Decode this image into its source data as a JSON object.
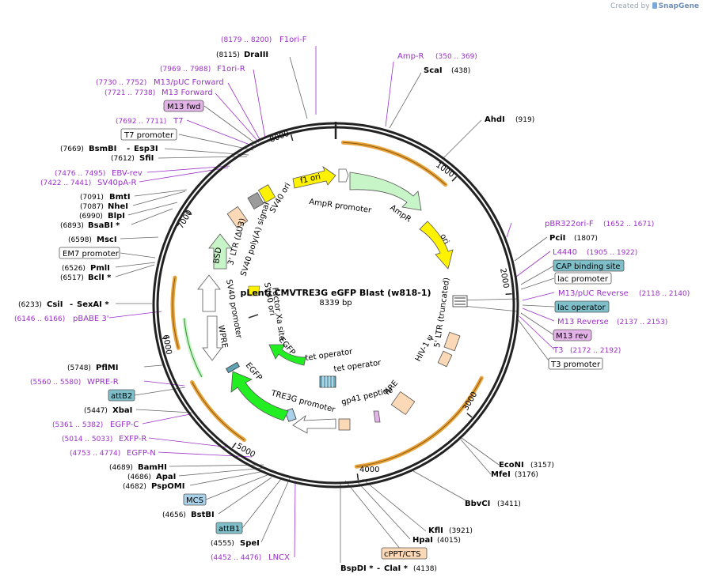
{
  "app": {
    "credit_prefix": "Created by",
    "credit_brand": "SnapGene"
  },
  "plasmid": {
    "name": "pLenti CMVTRE3G eGFP Blast (w818-1)",
    "size_label": "8339 bp",
    "length": 8339
  },
  "ticks": [
    "1000",
    "2000",
    "3000",
    "4000",
    "5000",
    "6000",
    "7000",
    "8000"
  ],
  "colors": {
    "primer": "#9b30c8",
    "orange": "#e8a33a",
    "yellow": "#fff200",
    "green_light": "#c8f5c8",
    "green_bright": "#22ee22",
    "peach": "#fcd9b6",
    "teal": "#7fbfca",
    "pink": "#e3b3e8",
    "gray": "#9b9b9b"
  },
  "outer_features": [
    {
      "name": "F1ori-F",
      "pos": "(8179 .. 8200)"
    },
    {
      "name": "Amp-R",
      "pos": "(350 .. 369)"
    },
    {
      "name": "F1ori-R",
      "pos": "(7969 .. 7988)"
    },
    {
      "name": "M13/pUC Forward",
      "pos": "(7730 .. 7752)"
    },
    {
      "name": "M13 Forward",
      "pos": "(7721 .. 7738)"
    },
    {
      "name": "M13 fwd",
      "pos": ""
    },
    {
      "name": "T7",
      "pos": "(7692 .. 7711)"
    },
    {
      "name": "T7 promoter",
      "pos": ""
    },
    {
      "name": "EBV-rev",
      "pos": "(7476 .. 7495)"
    },
    {
      "name": "SV40pA-R",
      "pos": "(7422 .. 7441)"
    },
    {
      "name": "EM7 promoter",
      "pos": ""
    },
    {
      "name": "pBABE 3'",
      "pos": "(6146 .. 6166)"
    },
    {
      "name": "WPRE-R",
      "pos": "(5560 .. 5580)"
    },
    {
      "name": "attB2",
      "pos": ""
    },
    {
      "name": "EGFP-C",
      "pos": "(5361 .. 5382)"
    },
    {
      "name": "EXFP-R",
      "pos": "(5014 .. 5033)"
    },
    {
      "name": "EGFP-N",
      "pos": "(4753 .. 4774)"
    },
    {
      "name": "MCS",
      "pos": ""
    },
    {
      "name": "attB1",
      "pos": ""
    },
    {
      "name": "LNCX",
      "pos": "(4452 .. 4476)"
    },
    {
      "name": "cPPT/CTS",
      "pos": ""
    },
    {
      "name": "pBR322ori-F",
      "pos": "(1652 .. 1671)"
    },
    {
      "name": "L4440",
      "pos": "(1905 .. 1922)"
    },
    {
      "name": "CAP binding site",
      "pos": ""
    },
    {
      "name": "lac promoter",
      "pos": ""
    },
    {
      "name": "M13/pUC Reverse",
      "pos": "(2118 .. 2140)"
    },
    {
      "name": "lac operator",
      "pos": ""
    },
    {
      "name": "M13 Reverse",
      "pos": "(2137 .. 2153)"
    },
    {
      "name": "M13 rev",
      "pos": ""
    },
    {
      "name": "T3",
      "pos": "(2172 .. 2192)"
    },
    {
      "name": "T3 promoter",
      "pos": ""
    }
  ],
  "sites": [
    {
      "name": "DraIII",
      "pos": "(8115)"
    },
    {
      "name": "ScaI",
      "pos": "(438)"
    },
    {
      "name": "AhdI",
      "pos": "(919)"
    },
    {
      "name": "BsmBI",
      "pos": "(7669)",
      "extra": "Esp3I"
    },
    {
      "name": "SfiI",
      "pos": "(7612)"
    },
    {
      "name": "BmtI",
      "pos": "(7091)"
    },
    {
      "name": "NheI",
      "pos": "(7087)"
    },
    {
      "name": "BlpI",
      "pos": "(6990)"
    },
    {
      "name": "BsaBI *",
      "pos": "(6893)"
    },
    {
      "name": "MscI",
      "pos": "(6598)"
    },
    {
      "name": "PmlI",
      "pos": "(6526)"
    },
    {
      "name": "BclI *",
      "pos": "(6517)"
    },
    {
      "name": "CsiI",
      "pos": "(6233)",
      "extra": "SexAI *"
    },
    {
      "name": "PflMI",
      "pos": "(5748)"
    },
    {
      "name": "XbaI",
      "pos": "(5447)"
    },
    {
      "name": "BamHI",
      "pos": "(4689)"
    },
    {
      "name": "ApaI",
      "pos": "(4686)"
    },
    {
      "name": "PspOMI",
      "pos": "(4682)"
    },
    {
      "name": "BstBI",
      "pos": "(4656)"
    },
    {
      "name": "SpeI",
      "pos": "(4555)"
    },
    {
      "name": "BspDI *",
      "pos": "(4138)",
      "extra": "ClaI *"
    },
    {
      "name": "HpaI",
      "pos": "(4015)"
    },
    {
      "name": "KflI",
      "pos": "(3921)"
    },
    {
      "name": "BbvCI",
      "pos": "(3411)"
    },
    {
      "name": "EcoNI",
      "pos": "(3157)"
    },
    {
      "name": "MfeI",
      "pos": "(3176)"
    },
    {
      "name": "PciI",
      "pos": "(1807)"
    }
  ],
  "inner_features": {
    "f1_ori": "f1 ori",
    "ampr_promoter": "AmpR promoter",
    "ampr": "AmpR",
    "ori": "ori",
    "sv40_ori": "SV40 ori",
    "ltr3": "3' LTR (ΔU3)",
    "sv40_polya": "SV40 poly(A) signal",
    "bsd": "BSD",
    "sv40_promoter": "SV40 promoter",
    "wpre": "WPRE",
    "egfp_outer": "EGFP",
    "tre3g_promoter": "TRE3G promoter",
    "gp41": "gp41 peptide",
    "rre": "RRE",
    "hiv_psi": "HIV-1 ψ",
    "ltr5": "5' LTR (truncated)",
    "egfp_inner": "EGFP",
    "tet_operator_1": "tet operator",
    "tet_operator_2": "tet operator",
    "xa_site": "Factor Xa site",
    "sv40_ori_inner": "SV40 ori"
  }
}
